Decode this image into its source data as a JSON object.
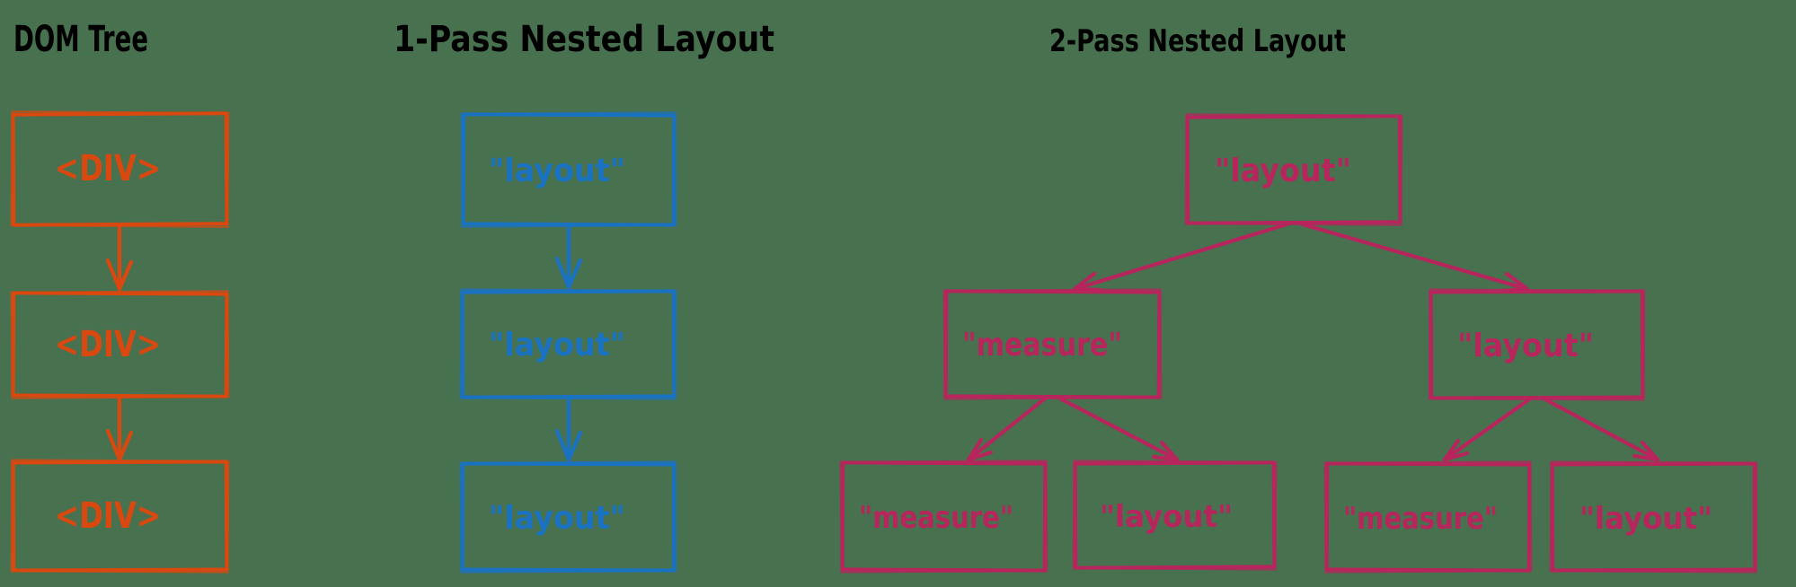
{
  "colors": {
    "background": "#48714f",
    "dom_tree": "#d9480f",
    "one_pass": "#1971c2",
    "two_pass": "#b8245c"
  },
  "columns": [
    {
      "title": "DOM Tree",
      "nodes": [
        {
          "label": "<DIV>"
        },
        {
          "label": "<DIV>"
        },
        {
          "label": "<DIV>"
        }
      ],
      "edges": [
        [
          0,
          1
        ],
        [
          1,
          2
        ]
      ]
    },
    {
      "title": "1-Pass Nested Layout",
      "nodes": [
        {
          "label": "\"layout\""
        },
        {
          "label": "\"layout\""
        },
        {
          "label": "\"layout\""
        }
      ],
      "edges": [
        [
          0,
          1
        ],
        [
          1,
          2
        ]
      ]
    },
    {
      "title": "2-Pass Nested Layout",
      "nodes": [
        {
          "label": "\"layout\""
        },
        {
          "label": "\"measure\""
        },
        {
          "label": "\"layout\""
        },
        {
          "label": "\"measure\""
        },
        {
          "label": "\"layout\""
        },
        {
          "label": "\"measure\""
        },
        {
          "label": "\"layout\""
        }
      ],
      "edges": [
        [
          0,
          1
        ],
        [
          0,
          2
        ],
        [
          1,
          3
        ],
        [
          1,
          4
        ],
        [
          2,
          5
        ],
        [
          2,
          6
        ]
      ]
    }
  ]
}
